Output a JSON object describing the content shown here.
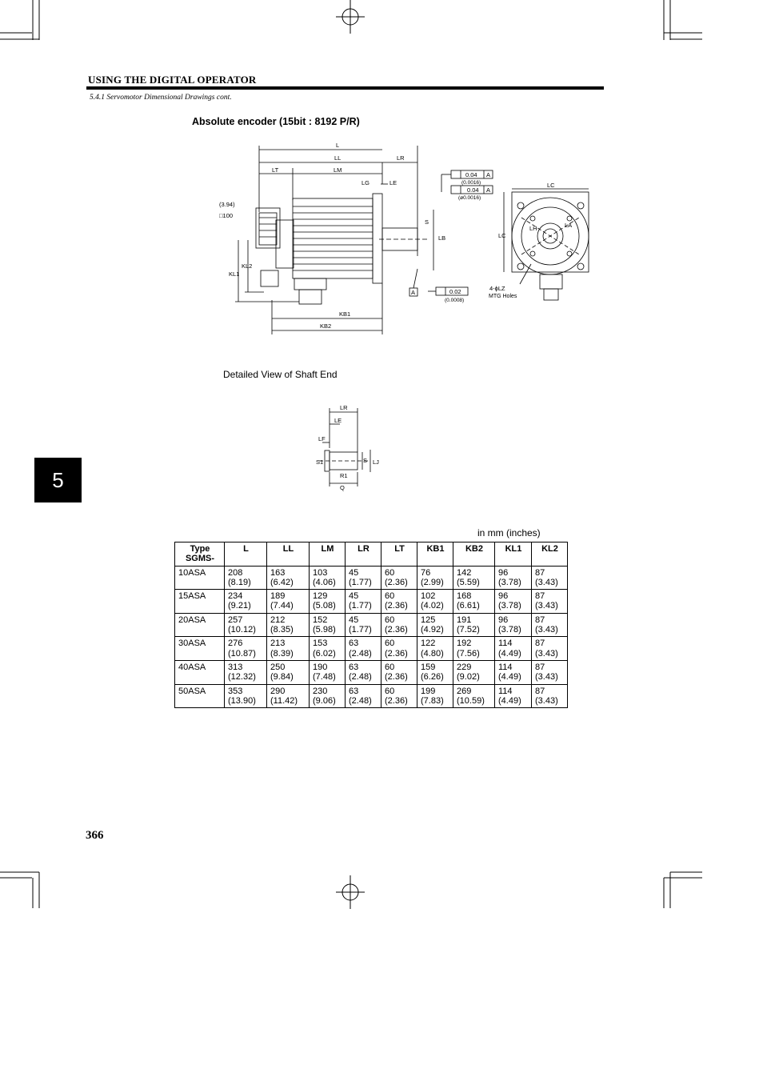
{
  "header": {
    "title": "USING THE DIGITAL OPERATOR",
    "breadcrumb": "5.4.1 Servomotor Dimensional Drawings cont."
  },
  "section": {
    "title": "Absolute encoder (15bit : 8192 P/R)"
  },
  "drawing": {
    "labels": {
      "L": "L",
      "LL": "LL",
      "LR": "LR",
      "LT": "LT",
      "LM": "LM",
      "LG": "LG",
      "LE": "LE",
      "S": "S",
      "LB": "LB",
      "KL1": "KL1",
      "KL2": "KL2",
      "KB1": "KB1",
      "KB2": "KB2",
      "LC": "LC",
      "LH": "LH",
      "LA": "LA",
      "flange_size": "□100",
      "flange_size_in": "(3.94)",
      "tol_perp": "0.04",
      "tol_perp_in": "(0.0016)",
      "tol_conc": "0.04",
      "tol_conc_in": "(ø0.0016)",
      "tol_runout": "0.02",
      "tol_runout_in": "(0.0008)",
      "datum": "A",
      "mtg_holes_1": "4-ϕLZ",
      "mtg_holes_2": "MTG Holes"
    }
  },
  "detail": {
    "title": "Detailed View of Shaft End",
    "labels": {
      "LR": "LR",
      "LE": "LE",
      "LF": "LF",
      "S1": "S1",
      "S": "S",
      "LJ": "LJ",
      "R1": "R1",
      "Q": "Q"
    }
  },
  "chapter_tab": "5",
  "units_note": "in mm (inches)",
  "table": {
    "headers": [
      "Type SGMS-",
      "L",
      "LL",
      "LM",
      "LR",
      "LT",
      "KB1",
      "KB2",
      "KL1",
      "KL2"
    ],
    "rows": [
      [
        "10ASA",
        [
          "208",
          "(8.19)"
        ],
        [
          "163",
          "(6.42)"
        ],
        [
          "103",
          "(4.06)"
        ],
        [
          "45",
          "(1.77)"
        ],
        [
          "60",
          "(2.36)"
        ],
        [
          "76",
          "(2.99)"
        ],
        [
          "142",
          "(5.59)"
        ],
        [
          "96",
          "(3.78)"
        ],
        [
          "87",
          "(3.43)"
        ]
      ],
      [
        "15ASA",
        [
          "234",
          "(9.21)"
        ],
        [
          "189",
          "(7.44)"
        ],
        [
          "129",
          "(5.08)"
        ],
        [
          "45",
          "(1.77)"
        ],
        [
          "60",
          "(2.36)"
        ],
        [
          "102",
          "(4.02)"
        ],
        [
          "168",
          "(6.61)"
        ],
        [
          "96",
          "(3.78)"
        ],
        [
          "87",
          "(3.43)"
        ]
      ],
      [
        "20ASA",
        [
          "257",
          "(10.12)"
        ],
        [
          "212",
          "(8.35)"
        ],
        [
          "152",
          "(5.98)"
        ],
        [
          "45",
          "(1.77)"
        ],
        [
          "60",
          "(2.36)"
        ],
        [
          "125",
          "(4.92)"
        ],
        [
          "191",
          "(7.52)"
        ],
        [
          "96",
          "(3.78)"
        ],
        [
          "87",
          "(3.43)"
        ]
      ],
      [
        "30ASA",
        [
          "276",
          "(10.87)"
        ],
        [
          "213",
          "(8.39)"
        ],
        [
          "153",
          "(6.02)"
        ],
        [
          "63",
          "(2.48)"
        ],
        [
          "60",
          "(2.36)"
        ],
        [
          "122",
          "(4.80)"
        ],
        [
          "192",
          "(7.56)"
        ],
        [
          "114",
          "(4.49)"
        ],
        [
          "87",
          "(3.43)"
        ]
      ],
      [
        "40ASA",
        [
          "313",
          "(12.32)"
        ],
        [
          "250",
          "(9.84)"
        ],
        [
          "190",
          "(7.48)"
        ],
        [
          "63",
          "(2.48)"
        ],
        [
          "60",
          "(2.36)"
        ],
        [
          "159",
          "(6.26)"
        ],
        [
          "229",
          "(9.02)"
        ],
        [
          "114",
          "(4.49)"
        ],
        [
          "87",
          "(3.43)"
        ]
      ],
      [
        "50ASA",
        [
          "353",
          "(13.90)"
        ],
        [
          "290",
          "(11.42)"
        ],
        [
          "230",
          "(9.06)"
        ],
        [
          "63",
          "(2.48)"
        ],
        [
          "60",
          "(2.36)"
        ],
        [
          "199",
          "(7.83)"
        ],
        [
          "269",
          "(10.59)"
        ],
        [
          "114",
          "(4.49)"
        ],
        [
          "87",
          "(3.43)"
        ]
      ]
    ]
  },
  "page_number": "366"
}
